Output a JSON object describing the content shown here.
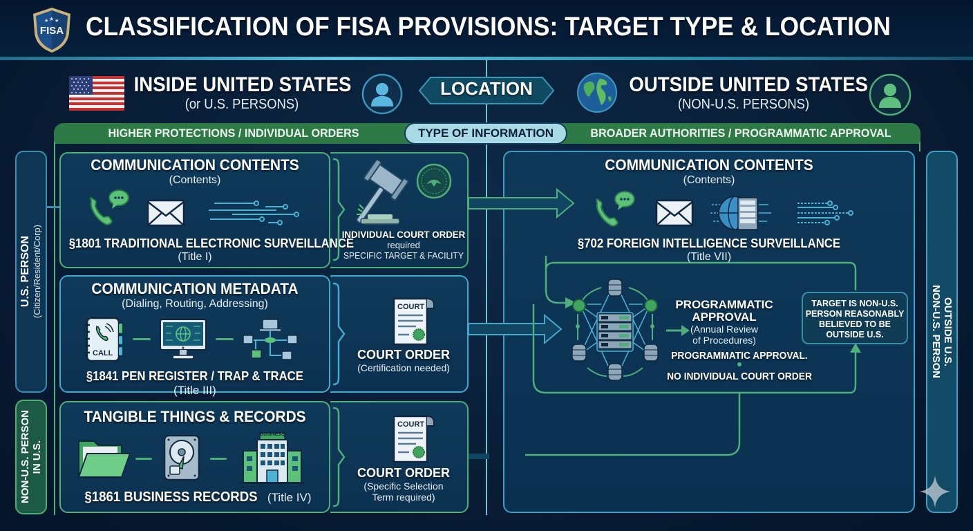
{
  "header": {
    "logo_text": "FISA",
    "title": "CLASSIFICATION OF FISA PROVISIONS: TARGET TYPE & LOCATION"
  },
  "location": {
    "center_label": "LOCATION",
    "inside": {
      "title": "INSIDE UNITED STATES",
      "subtitle": "(or U.S. PERSONS)"
    },
    "outside": {
      "title": "OUTSIDE UNITED STATES",
      "subtitle": "(NON-U.S. PERSONS)"
    }
  },
  "type_band": {
    "center_label": "TYPE OF INFORMATION",
    "left_label": "HIGHER PROTECTIONS / INDIVIDUAL ORDERS",
    "right_label": "BROADER AUTHORITIES / PROGRAMMATIC APPROVAL"
  },
  "side_labels": {
    "us_person": {
      "title": "U.S. PERSON",
      "subtitle": "(Citizen/Resident/Corp)"
    },
    "non_us_in": {
      "line1": "NON-U.S. PERSON",
      "line2": "IN U.S."
    },
    "non_us_out": {
      "line1": "NON-U.S. PERSON",
      "line2": "OUTSIDE U.S."
    }
  },
  "left_cards": [
    {
      "title": "COMMUNICATION CONTENTS",
      "subtitle": "(Contents)",
      "icons": [
        "phone-chat-icon",
        "envelope-icon",
        "data-stream-icon"
      ],
      "provision": "§1801 TRADITIONAL ELECTRONIC SURVEILLANCE",
      "provision_title": "(Title I)",
      "order": {
        "icon": "gavel-seal-icon",
        "title": "INDIVIDUAL COURT ORDER",
        "line2": "required",
        "line3": "SPECIFIC TARGET & FACILITY"
      }
    },
    {
      "title": "COMMUNICATION METADATA",
      "subtitle": "(Dialing, Routing, Addressing)",
      "icons": [
        "call-log-icon",
        "monitor-globe-icon",
        "network-tree-icon"
      ],
      "provision": "§1841 PEN REGISTER / TRAP & TRACE",
      "provision_title": "(Title III)",
      "order": {
        "icon": "court-document-icon",
        "doc_label": "COURT",
        "title": "COURT ORDER",
        "line2": "(Certification needed)"
      }
    },
    {
      "title": "TANGIBLE THINGS & RECORDS",
      "icons": [
        "folder-icon",
        "hard-drive-icon",
        "business-building-icon"
      ],
      "building_sign": "BUSINESS",
      "provision": "§1861 BUSINESS RECORDS",
      "provision_title": "(Title IV)",
      "order": {
        "icon": "court-document-icon",
        "doc_label": "COURT",
        "title": "COURT ORDER",
        "line2": "(Specific Selection",
        "line3": "Term required)"
      }
    }
  ],
  "right_panel": {
    "title": "COMMUNICATION CONTENTS",
    "subtitle": "(Contents)",
    "provision": "§702 FOREIGN INTELLIGENCE SURVEILLANCE",
    "provision_title": "(Title VII)",
    "programmatic": {
      "title_line1": "PROGRAMMATIC",
      "title_line2": "APPROVAL",
      "sub_line1": "(Annual Review",
      "sub_line2": "of Procedures)",
      "line2": "PROGRAMMATIC APPROVAL.",
      "line3": "NO INDIVIDUAL COURT ORDER"
    },
    "target_box": {
      "line1": "TARGET IS NON-U.S.",
      "line2": "PERSON REASONABLY",
      "line3": "BELIEVED TO BE",
      "line4": "OUTSIDE U.S."
    }
  },
  "colors": {
    "background": "#081d36",
    "accent_green": "#4faf7b",
    "accent_blue": "#45a9cf",
    "band_green": "#2d7a47",
    "pill_blue": "#a8dbe6"
  }
}
